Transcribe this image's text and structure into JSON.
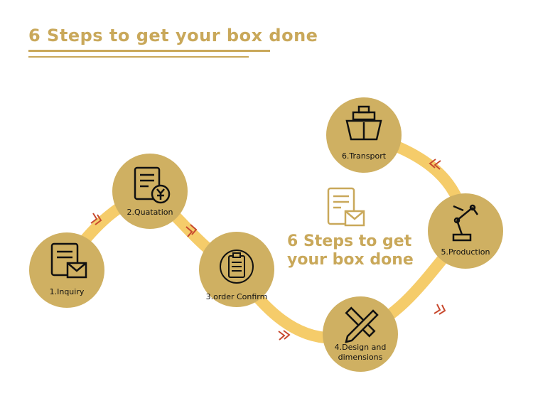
{
  "header": {
    "title": "6 Steps to get your box done"
  },
  "center": {
    "title_line1": "6 Steps to get",
    "title_line2": "your box done",
    "icon": "invoice-mail-icon"
  },
  "colors": {
    "gold": "#c9a85a",
    "circle": "#cfb062",
    "path": "#f5cc6a",
    "chevron": "#c8492e",
    "text": "#111111"
  },
  "steps": [
    {
      "label": "1.Inquiry",
      "icon": "document-mail-icon"
    },
    {
      "label": "2.Quatation",
      "icon": "invoice-yen-icon"
    },
    {
      "label": "3.order Confirm",
      "icon": "clipboard-icon"
    },
    {
      "label": "4.Design and",
      "label2": "dimensions",
      "icon": "pencil-ruler-icon"
    },
    {
      "label": "5.Production",
      "icon": "robot-arm-icon"
    },
    {
      "label": "6.Transport",
      "icon": "ship-icon"
    }
  ]
}
